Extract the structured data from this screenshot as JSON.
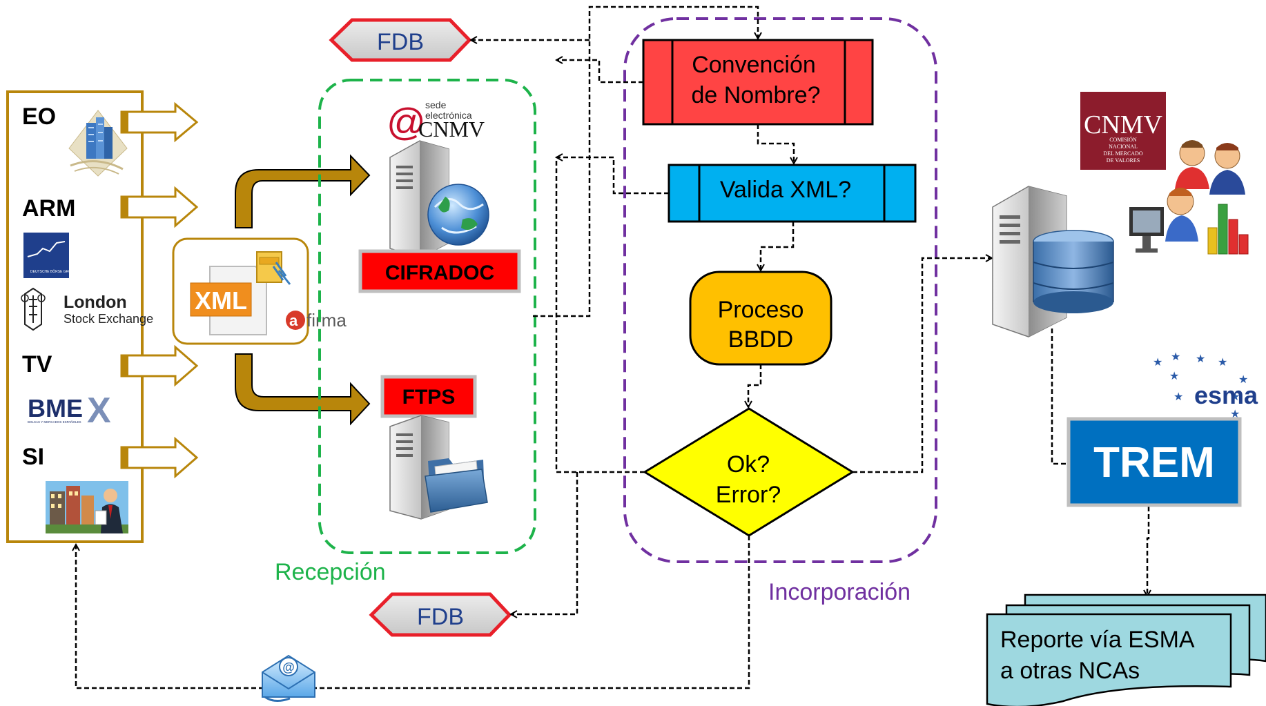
{
  "colors": {
    "gold": "#b8860b",
    "green": "#1db34a",
    "purple": "#7030a0",
    "red": "#ff4444",
    "cyan": "#00b0f0",
    "orange": "#ffc000",
    "yellow": "#ffff00",
    "blue": "#0070c0",
    "note": "#9ed8e0"
  },
  "entities": {
    "eo": "EO",
    "arm": "ARM",
    "tv": "TV",
    "si": "SI"
  },
  "logos": {
    "deutsche_boerse": "DEUTSCHE BÖRSE GROUP",
    "lse_line1": "London",
    "lse_line2": "Stock Exchange",
    "bme": "BME",
    "bme_x": "X",
    "bme_sub": "BOLSAS Y MERCADOS ESPAÑOLES",
    "xml": "XML",
    "afirma_a": "a",
    "afirma_rest": "firma",
    "sede_line1": "sede",
    "sede_line2": "electrónica",
    "sede_at": "@",
    "sede_cnmv": "CNMV",
    "cnmv_big": "CNMV",
    "cnmv_sub1": "COMISIÓN",
    "cnmv_sub2": "NACIONAL",
    "cnmv_sub3": "DEL MERCADO",
    "cnmv_sub4": "DE VALORES",
    "esma": "esma"
  },
  "reception": {
    "label": "Recepción",
    "cifradoc": "CIFRADOC",
    "ftps": "FTPS"
  },
  "incorporation": {
    "label": "Incorporación",
    "step1_line1": "Convención",
    "step1_line2": "de Nombre?",
    "step2": "Valida XML?",
    "step3_line1": "Proceso",
    "step3_line2": "BBDD",
    "decision_line1": "Ok?",
    "decision_line2": "Error?"
  },
  "fdb_top": "FDB",
  "fdb_bottom": "FDB",
  "trem": "TREM",
  "report_line1": "Reporte vía ESMA",
  "report_line2": "a otras NCAs",
  "email_at": "@"
}
